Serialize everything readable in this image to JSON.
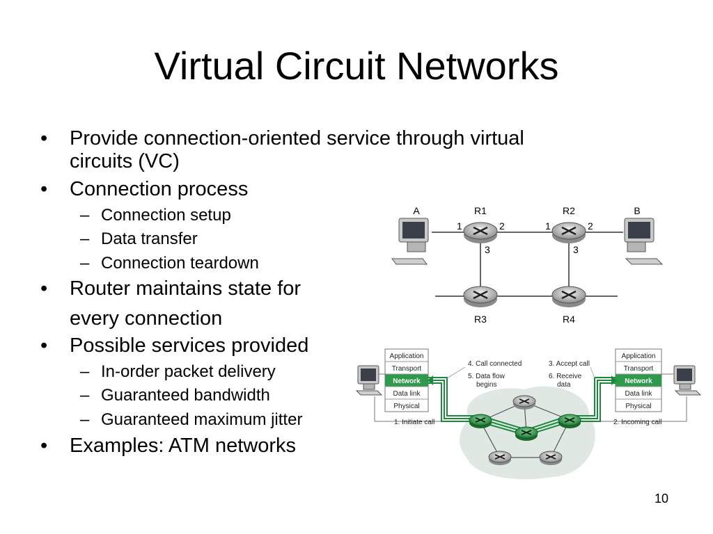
{
  "title": "Virtual Circuit Networks",
  "bullets": [
    {
      "text": "Provide connection-oriented service through virtual",
      "cont": "circuits (VC)"
    },
    {
      "text": "Connection process",
      "subs": [
        "Connection setup",
        "Data transfer",
        "Connection teardown"
      ]
    },
    {
      "text": "Router maintains state for",
      "cont": "every connection"
    },
    {
      "text": "Possible services provided",
      "subs": [
        "In-order packet delivery",
        "Guaranteed bandwidth",
        "Guaranteed maximum jitter"
      ]
    },
    {
      "text": "Examples: ATM networks"
    }
  ],
  "bullet_char": "•",
  "dash_char": "–",
  "topology": {
    "host_a": "A",
    "host_b": "B",
    "r1": "R1",
    "r2": "R2",
    "r3": "R3",
    "r4": "R4",
    "r1_if1": "1",
    "r1_if2": "2",
    "r1_if3": "3",
    "r2_if1": "1",
    "r2_if2": "2",
    "r2_if3": "3"
  },
  "signaling": {
    "left_stack": [
      "Application",
      "Transport",
      "Network",
      "Data link",
      "Physical"
    ],
    "right_stack": [
      "Application",
      "Transport",
      "Network",
      "Data link",
      "Physical"
    ],
    "step1": "1. Initiate call",
    "step2": "2. Incoming call",
    "step3": "3. Accept call",
    "step4": "4. Call connected",
    "step5a": "5. Data flow",
    "step5b": "begins",
    "step6a": "6. Receive",
    "step6b": "data",
    "accent": "#1a8a3a"
  },
  "page_number": "10"
}
